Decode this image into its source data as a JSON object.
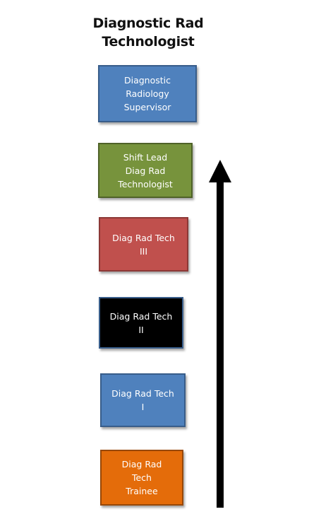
{
  "title": "Diagnostic Rad\nTechnologist",
  "levels": [
    {
      "label": "Diagnostic\nRadiology\nSupervisor",
      "color": "#4f81bd",
      "border": "#385d8a"
    },
    {
      "label": "Shift Lead\nDiag  Rad\nTechnologist",
      "color": "#77933c",
      "border": "#4f6228"
    },
    {
      "label": "Diag Rad Tech\nIII",
      "color": "#c0504d",
      "border": "#8c3836"
    },
    {
      "label": "Diag Rad Tech\nII",
      "color": "#000000",
      "border": "#385d8a"
    },
    {
      "label": "Diag Rad Tech\nI",
      "color": "#4f81bd",
      "border": "#385d8a"
    },
    {
      "label": "Diag Rad\nTech\nTrainee",
      "color": "#e46c0a",
      "border": "#984807"
    }
  ]
}
